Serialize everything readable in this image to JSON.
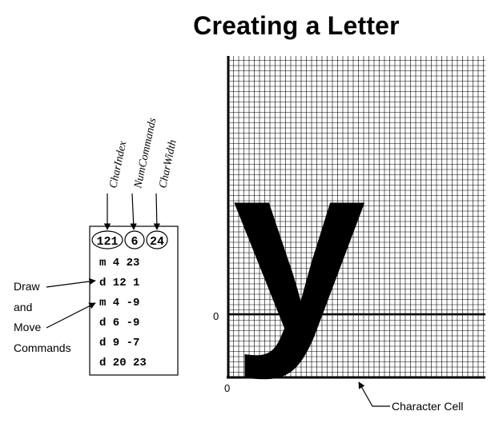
{
  "title": "Creating a Letter",
  "header_fields": [
    {
      "label": "CharIndex",
      "value": "121"
    },
    {
      "label": "NumCommands",
      "value": "6"
    },
    {
      "label": "CharWidth",
      "value": "24"
    }
  ],
  "commands": [
    "m 4 23",
    "d 12 1",
    "m 4 -9",
    "d 6 -9",
    "d 9 -7",
    "d 20 23"
  ],
  "commands_label": [
    "Draw",
    "and",
    "Move",
    "Commands"
  ],
  "grid": {
    "glyph": "y",
    "baseline_label": "0",
    "origin_label": "0",
    "cell_label": "Character Cell"
  },
  "colors": {
    "ink": "#000000",
    "grid": "#000000",
    "background": "#ffffff"
  }
}
